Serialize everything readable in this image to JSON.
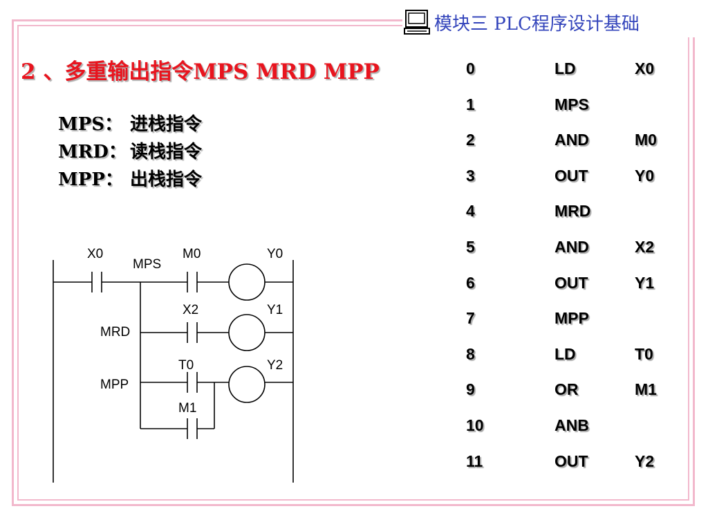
{
  "header": {
    "text": "模块三 PLC程序设计基础",
    "icon": "monitor-icon"
  },
  "title": "2 、多重输出指令MPS MRD MPP",
  "definitions": [
    {
      "term": "MPS：",
      "desc": "进栈指令"
    },
    {
      "term": "MRD：",
      "desc": "读栈指令"
    },
    {
      "term": "MPP：",
      "desc": "出栈指令"
    }
  ],
  "ladder": {
    "contacts": {
      "x0": "X0",
      "m0": "M0",
      "x2": "X2",
      "t0": "T0",
      "m1": "M1"
    },
    "coils": {
      "y0": "Y0",
      "y1": "Y1",
      "y2": "Y2"
    },
    "stack_labels": {
      "mps": "MPS",
      "mrd": "MRD",
      "mpp": "MPP"
    }
  },
  "program": [
    {
      "step": "0",
      "instr": "LD",
      "operand": "X0"
    },
    {
      "step": "1",
      "instr": "MPS",
      "operand": ""
    },
    {
      "step": "2",
      "instr": "AND",
      "operand": "M0"
    },
    {
      "step": "3",
      "instr": "OUT",
      "operand": "Y0"
    },
    {
      "step": "4",
      "instr": "MRD",
      "operand": ""
    },
    {
      "step": "5",
      "instr": "AND",
      "operand": "X2"
    },
    {
      "step": "6",
      "instr": "OUT",
      "operand": "Y1"
    },
    {
      "step": "7",
      "instr": "MPP",
      "operand": ""
    },
    {
      "step": "8",
      "instr": "LD",
      "operand": "T0"
    },
    {
      "step": "9",
      "instr": "OR",
      "operand": "M1"
    },
    {
      "step": "10",
      "instr": "ANB",
      "operand": ""
    },
    {
      "step": "11",
      "instr": "OUT",
      "operand": "Y2"
    }
  ]
}
